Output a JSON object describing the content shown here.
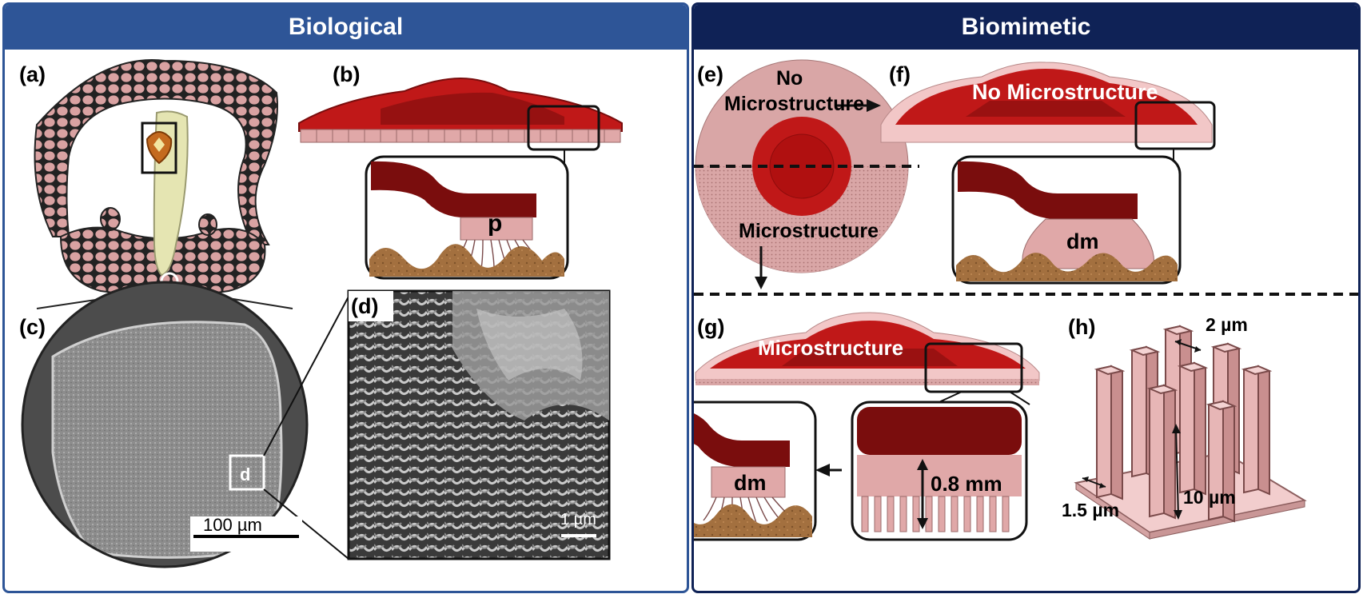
{
  "panels": {
    "biological": {
      "title": "Biological"
    },
    "biomimetic": {
      "title": "Biomimetic"
    }
  },
  "labels": {
    "a": "(a)",
    "b": "(b)",
    "c": "(c)",
    "d": "(d)",
    "e": "(e)",
    "f": "(f)",
    "g": "(g)",
    "h": "(h)"
  },
  "annotations": {
    "p": "p",
    "d_box": "d",
    "scale_100": "100 µm",
    "scale_1": "1 µm",
    "no_micro_line1": "No",
    "no_micro_line2": "Microstructure",
    "micro_e": "Microstructure",
    "no_micro_f": "No Microstructure",
    "dm_f": "dm",
    "micro_g": "Microstructure",
    "dm_g": "dm",
    "mm_08": "0.8 mm",
    "um_2": "2 µm",
    "um_15": "1.5 µm",
    "um_10": "10 µm"
  },
  "colors": {
    "bio_header": "#2e5597",
    "mim_header": "#0f2256",
    "dark_red": "#7a0d0d",
    "red": "#c01818",
    "pink": "#e0a8a8",
    "light_pink": "#f2c7c7",
    "soil": "#a3703f"
  }
}
